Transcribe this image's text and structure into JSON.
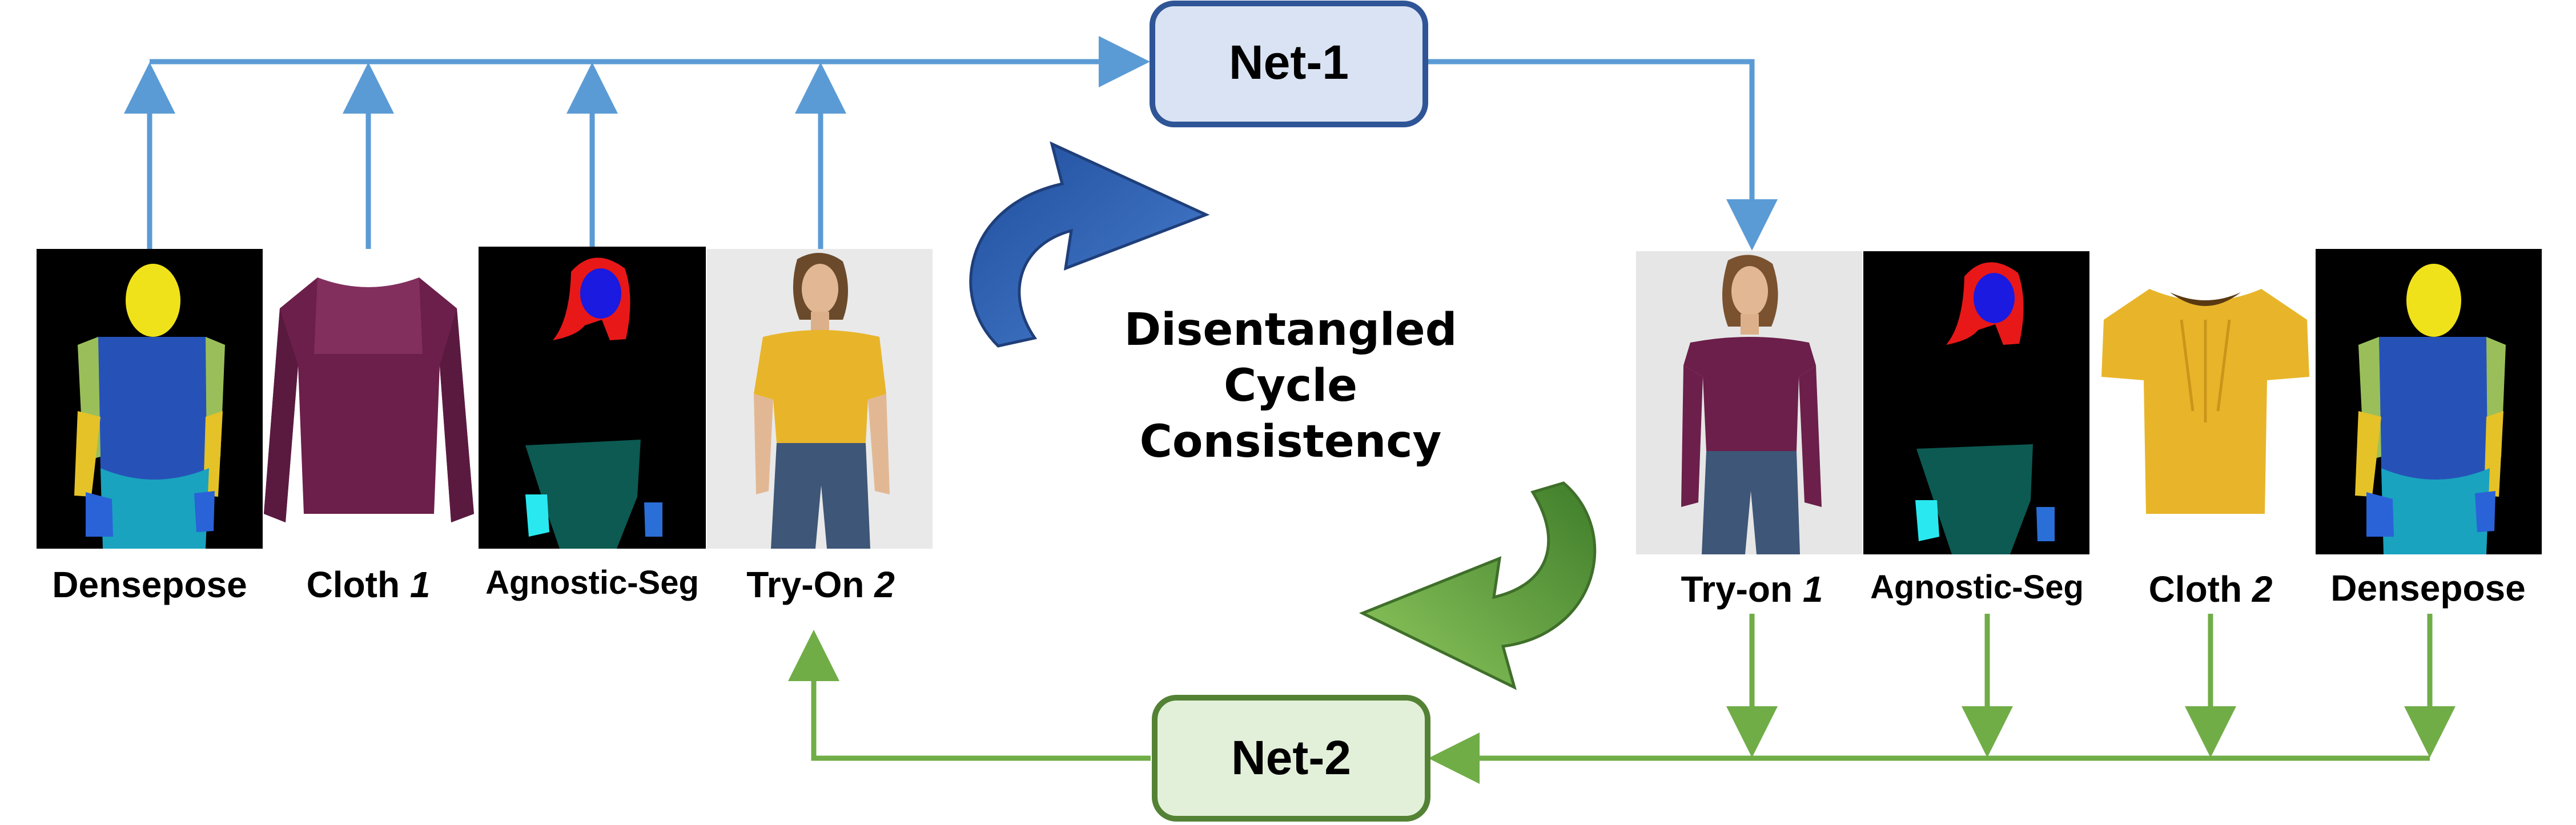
{
  "nodes": {
    "net1": {
      "label": "Net-1",
      "fill": "#dae3f3",
      "stroke": "#2f5597"
    },
    "net2": {
      "label": "Net-2",
      "fill": "#e2f0d9",
      "stroke": "#548235"
    }
  },
  "center_text": {
    "line1": "Disentangled",
    "line2": "Cycle",
    "line3": "Consistency"
  },
  "left_panels": [
    {
      "kind": "densepose",
      "label": "Densepose",
      "suffix": ""
    },
    {
      "kind": "cloth-lace",
      "label": "Cloth ",
      "suffix": "1"
    },
    {
      "kind": "agnostic-seg",
      "label": "Agnostic-Seg",
      "suffix": ""
    },
    {
      "kind": "tryon-yellow",
      "label": "Try-On ",
      "suffix": "2"
    }
  ],
  "right_panels": [
    {
      "kind": "tryon-lace",
      "label": "Try-on ",
      "suffix": "1"
    },
    {
      "kind": "agnostic-seg",
      "label": "Agnostic-Seg",
      "suffix": ""
    },
    {
      "kind": "cloth-yellow",
      "label": "Cloth ",
      "suffix": "2"
    },
    {
      "kind": "densepose",
      "label": "Densepose",
      "suffix": ""
    }
  ],
  "colors": {
    "blue_arrow": "#5b9bd5",
    "green_arrow": "#70ad47",
    "cycle_blue": "#2f5fad",
    "cycle_green": "#5a9a3a",
    "lace_cloth": "#6b1f4a",
    "yellow_cloth": "#e8b52a",
    "jeans": "#3e5677"
  }
}
